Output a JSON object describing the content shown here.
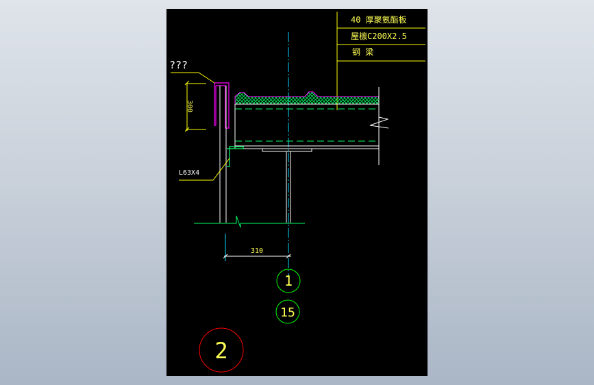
{
  "drawing": {
    "notes": {
      "panel": "40 厚聚氨酯板",
      "purlin": "屋檩C200X2.5",
      "beam": "钢 梁"
    },
    "labels": {
      "unknown": "???",
      "angle": "L63X4"
    },
    "dimensions": {
      "height": "300",
      "offset": "310"
    },
    "bubbles": {
      "axis": "1",
      "sheet": "15",
      "detail": "2"
    },
    "colors": {
      "background": "#000000",
      "axis": "#00d8ff",
      "line": "#ffffff",
      "leader": "#ffff00",
      "accent": "#ff00ff",
      "hatch": "#00ff66",
      "bubble_green": "#00ff00",
      "bubble_red": "#ff0000"
    }
  }
}
